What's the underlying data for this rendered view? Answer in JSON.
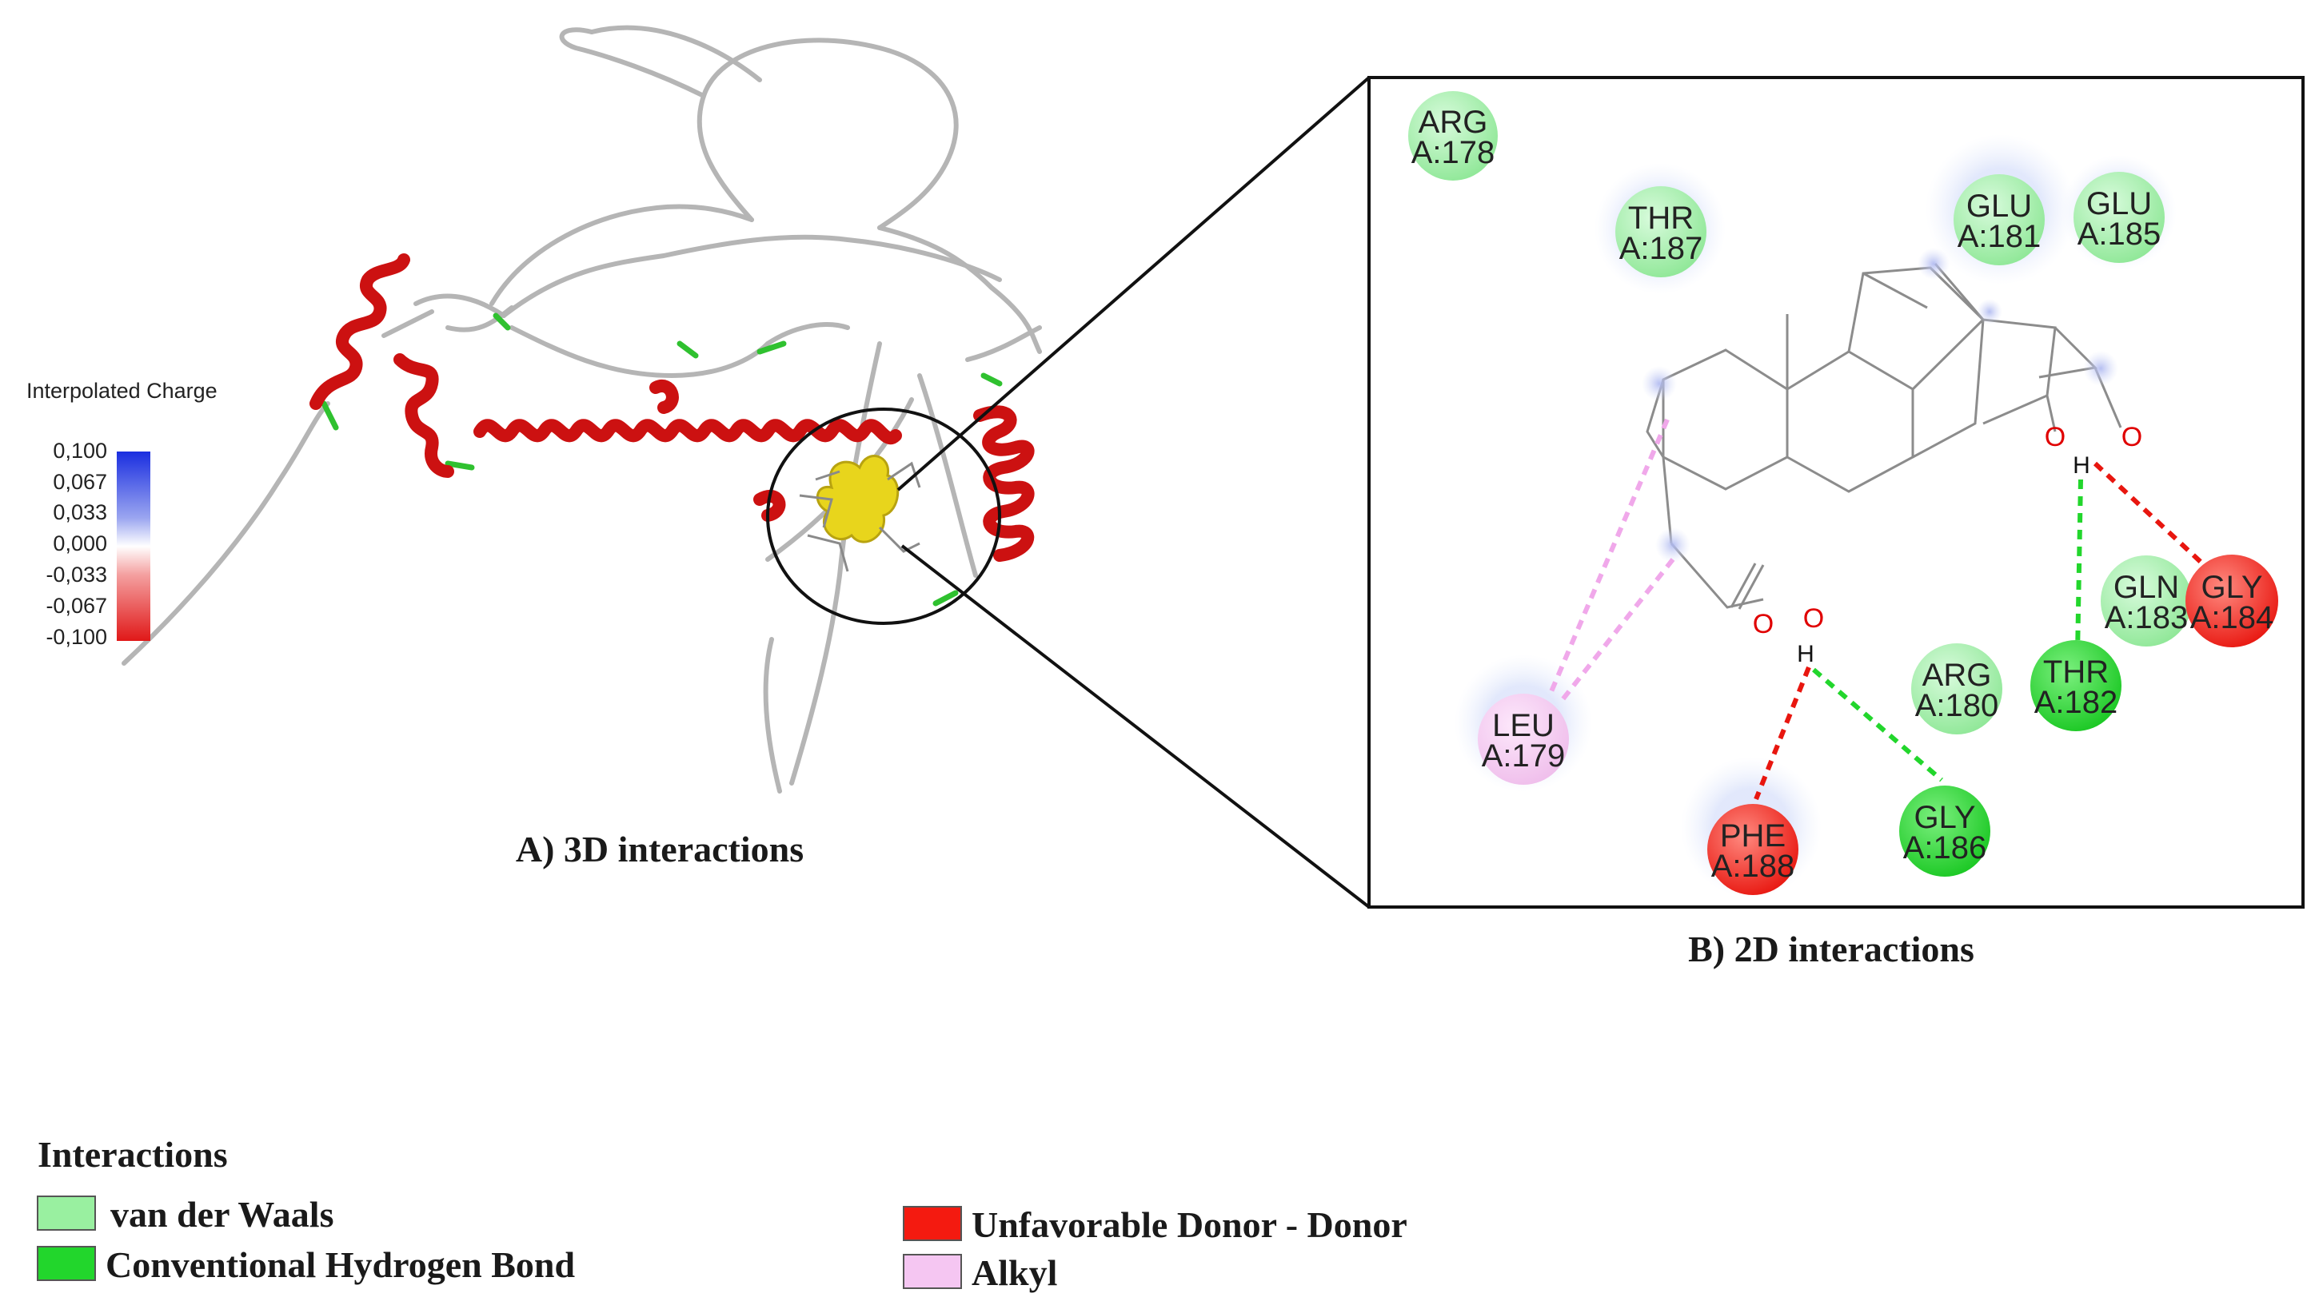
{
  "colorbar": {
    "title": "Interpolated Charge",
    "ticks": [
      "0,100",
      "0,067",
      "0,033",
      "0,000",
      "-0,033",
      "-0,067",
      "-0,100"
    ]
  },
  "panels": {
    "a_caption": "A) 3D interactions",
    "b_caption": "B) 2D interactions"
  },
  "residues": [
    {
      "label": "ARG",
      "num": "A:178",
      "type": "vdw"
    },
    {
      "label": "THR",
      "num": "A:187",
      "type": "vdw"
    },
    {
      "label": "GLU",
      "num": "A:181",
      "type": "vdw"
    },
    {
      "label": "GLU",
      "num": "A:185",
      "type": "vdw"
    },
    {
      "label": "GLN",
      "num": "A:183",
      "type": "vdw"
    },
    {
      "label": "GLY",
      "num": "A:184",
      "type": "unfav"
    },
    {
      "label": "ARG",
      "num": "A:180",
      "type": "vdw"
    },
    {
      "label": "THR",
      "num": "A:182",
      "type": "hbond"
    },
    {
      "label": "LEU",
      "num": "A:179",
      "type": "alkyl"
    },
    {
      "label": "PHE",
      "num": "A:188",
      "type": "unfav"
    },
    {
      "label": "GLY",
      "num": "A:186",
      "type": "hbond"
    }
  ],
  "ligand_atoms": {
    "oxygen": "O",
    "hydrogen": "H"
  },
  "legend": {
    "title": "Interactions",
    "items": [
      {
        "label": "van der Waals",
        "color": "#99f0a0"
      },
      {
        "label": "Conventional Hydrogen Bond",
        "color": "#22d62c"
      },
      {
        "label": "Unfavorable Donor - Donor",
        "color": "#f41a10"
      },
      {
        "label": "Alkyl",
        "color": "#f5c6f2"
      }
    ]
  },
  "colors": {
    "helix": "#cc1111",
    "coil": "#b0b0b0",
    "turn": "#2fc12f",
    "ligand_surface": "#e8d51c",
    "vdw": "#99f0a0",
    "hbond": "#22d62c",
    "unfav": "#f41a10",
    "alkyl": "#f5c6f2"
  }
}
